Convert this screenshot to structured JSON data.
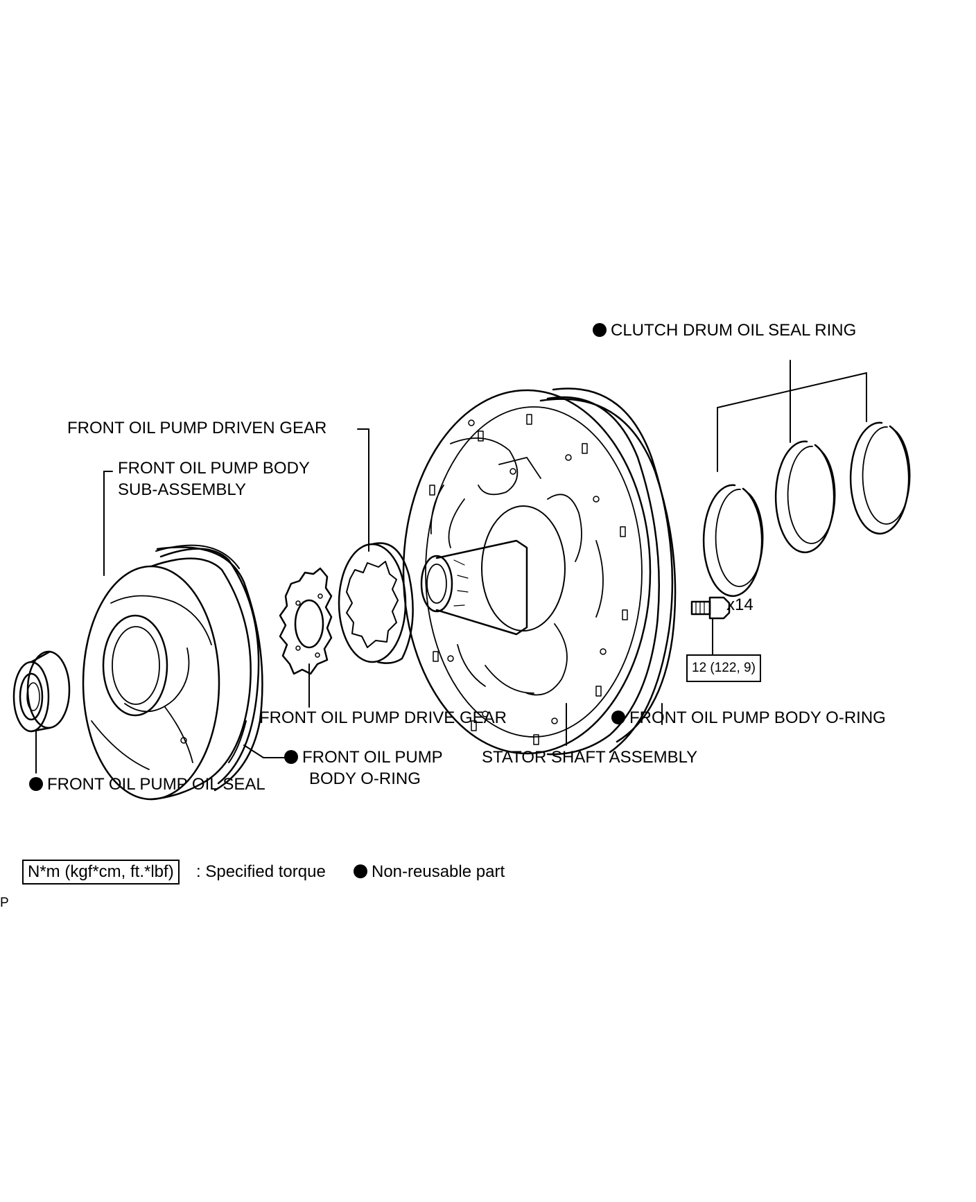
{
  "labels": {
    "clutch_drum_oil_seal_ring": "CLUTCH DRUM OIL SEAL RING",
    "driven_gear": "FRONT OIL PUMP DRIVEN GEAR",
    "body_sub_assembly_line1": "FRONT OIL PUMP BODY",
    "body_sub_assembly_line2": "SUB-ASSEMBLY",
    "drive_gear": "FRONT OIL PUMP DRIVE GEAR",
    "body_o_ring_right": "FRONT OIL PUMP BODY O-RING",
    "stator_shaft": "STATOR SHAFT ASSEMBLY",
    "body_o_ring_lower_line1": "FRONT OIL PUMP",
    "body_o_ring_lower_line2": "BODY O-RING",
    "oil_seal": "FRONT OIL PUMP OIL SEAL",
    "bolt_count": "x14",
    "torque_value": "12 (122, 9)"
  },
  "legend": {
    "torque_unit_box": "N*m (kgf*cm, ft.*lbf)",
    "torque_text": ": Specified torque",
    "non_reusable_text": "Non-reusable part"
  },
  "page_code": "P"
}
